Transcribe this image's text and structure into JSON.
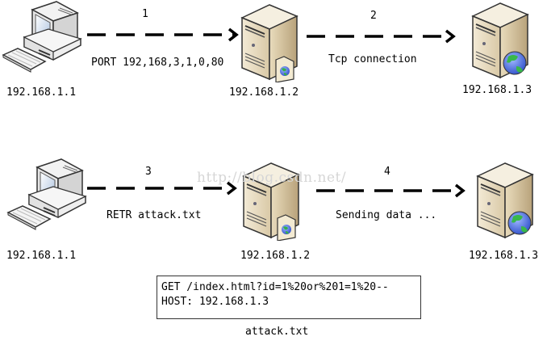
{
  "diagram": {
    "rows": [
      {
        "client": {
          "label": "192.168.1.1",
          "icon": "desktop-computer-icon"
        },
        "ftp_server": {
          "label": "192.168.1.2",
          "icon": "server-with-file-icon"
        },
        "web_server": {
          "label": "192.168.1.3",
          "icon": "server-with-globe-icon"
        },
        "arrows": [
          {
            "step": "1",
            "label": "PORT 192,168,3,1,0,80"
          },
          {
            "step": "2",
            "label": "Tcp connection"
          }
        ]
      },
      {
        "client": {
          "label": "192.168.1.1",
          "icon": "desktop-computer-icon"
        },
        "ftp_server": {
          "label": "192.168.1.2",
          "icon": "server-with-file-icon"
        },
        "web_server": {
          "label": "192.168.1.3",
          "icon": "server-with-globe-icon"
        },
        "arrows": [
          {
            "step": "3",
            "label": "RETR attack.txt"
          },
          {
            "step": "4",
            "label": "Sending data ..."
          }
        ]
      }
    ],
    "file": {
      "lines": [
        "GET /index.html?id=1%20or%201=1%20--",
        "HOST: 192.168.1.3"
      ],
      "caption": "attack.txt"
    },
    "watermark": "http://blog.csdn.net/"
  }
}
